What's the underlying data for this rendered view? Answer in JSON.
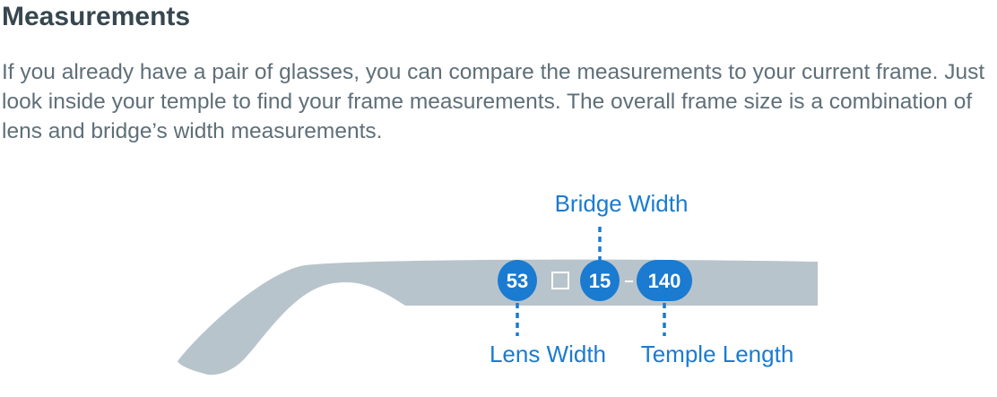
{
  "heading": "Measurements",
  "description": "If you already have a pair of glasses, you can compare the measurements to your current frame. Just look inside your temple to find your frame measurements. The overall frame size is a combination of lens and bridge’s width measurements.",
  "diagram": {
    "lens_width": {
      "value": "53",
      "label": "Lens Width"
    },
    "bridge_width": {
      "value": "15",
      "label": "Bridge Width"
    },
    "temple_length": {
      "value": "140",
      "label": "Temple Length"
    },
    "colors": {
      "accent": "#1a7bd0",
      "frame": "#b8c4cc"
    }
  }
}
